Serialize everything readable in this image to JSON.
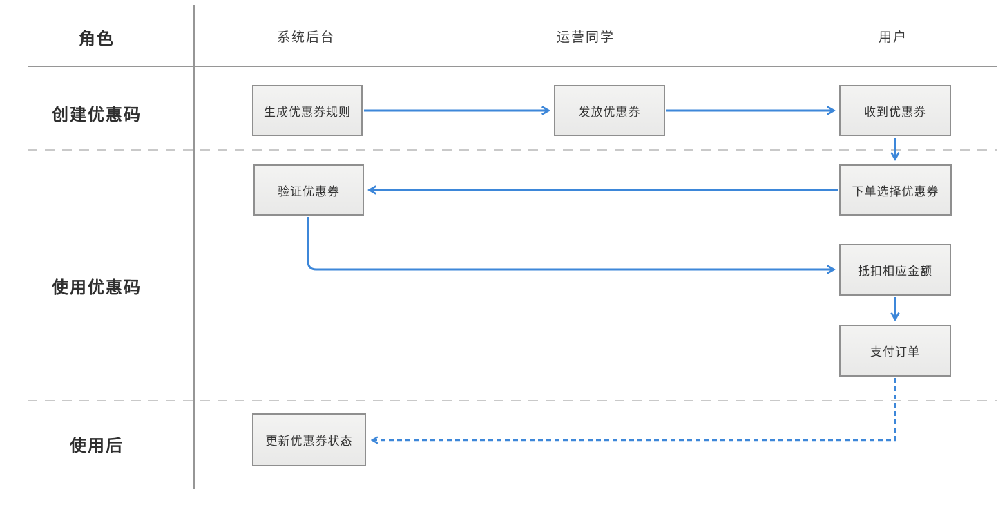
{
  "diagram": {
    "corner_label": "角色",
    "columns": [
      {
        "label": "系统后台"
      },
      {
        "label": "运营同学"
      },
      {
        "label": "用户"
      }
    ],
    "rows": [
      {
        "label": "创建优惠码"
      },
      {
        "label": "使用优惠码"
      },
      {
        "label": "使用后"
      }
    ],
    "nodes": [
      {
        "id": "generate-coupon-rules",
        "label": "生成优惠券规则"
      },
      {
        "id": "distribute-coupon",
        "label": "发放优惠券"
      },
      {
        "id": "receive-coupon",
        "label": "收到优惠券"
      },
      {
        "id": "verify-coupon",
        "label": "验证优惠券"
      },
      {
        "id": "order-select-coupon",
        "label": "下单选择优惠券"
      },
      {
        "id": "deduct-amount",
        "label": "抵扣相应金额"
      },
      {
        "id": "pay-order",
        "label": "支付订单"
      },
      {
        "id": "update-coupon-status",
        "label": "更新优惠券状态"
      }
    ],
    "connectors": [
      {
        "from": "生成优惠券规则",
        "to": "发放优惠券",
        "style": "solid"
      },
      {
        "from": "发放优惠券",
        "to": "收到优惠券",
        "style": "solid"
      },
      {
        "from": "收到优惠券",
        "to": "下单选择优惠券",
        "style": "solid"
      },
      {
        "from": "下单选择优惠券",
        "to": "验证优惠券",
        "style": "solid"
      },
      {
        "from": "验证优惠券",
        "to": "抵扣相应金额",
        "style": "solid"
      },
      {
        "from": "抵扣相应金额",
        "to": "支付订单",
        "style": "solid"
      },
      {
        "from": "支付订单",
        "to": "更新优惠券状态",
        "style": "dashed"
      }
    ],
    "colors": {
      "arrow": "#3d87d9",
      "node_fill": "#ececec",
      "node_border": "#8f8f8f",
      "divider_solid": "#969696",
      "divider_dashed": "#c9c9c9",
      "text": "#333333"
    }
  }
}
